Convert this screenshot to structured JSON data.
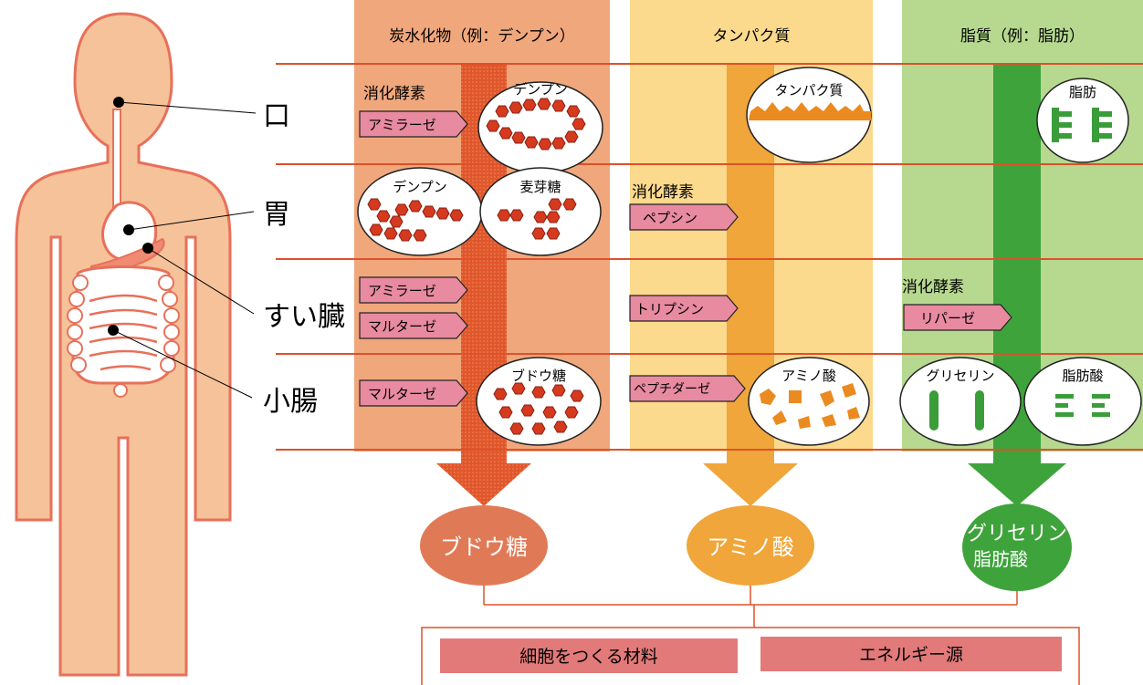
{
  "columns": {
    "carb": {
      "header": "炭水化物（例：デンプン）",
      "color": "#f0a77c"
    },
    "protein": {
      "header": "タンパク質",
      "color": "#fbd98d"
    },
    "fat": {
      "header": "脂質（例：脂肪）",
      "color": "#b6d98f"
    }
  },
  "organs": {
    "mouth": "口",
    "stomach": "胃",
    "pancreas": "すい臓",
    "small_intestine": "小腸"
  },
  "enzyme_title": "消化酵素",
  "enzymes": {
    "amylase": "アミラーゼ",
    "pepsin": "ペプシン",
    "maltase": "マルターゼ",
    "trypsin": "トリプシン",
    "lipase": "リパーゼ",
    "peptidase": "ペプチダーゼ"
  },
  "bubbles": {
    "starch": "デンプン",
    "protein": "タンパク質",
    "fat": "脂肪",
    "maltose": "麦芽糖",
    "glucose": "ブドウ糖",
    "amino_acid": "アミノ酸",
    "glycerin": "グリセリン",
    "fatty_acid": "脂肪酸"
  },
  "products": {
    "glucose": "ブドウ糖",
    "amino_acid": "アミノ酸",
    "glycerin": "グリセリン",
    "fatty_acid": "脂肪酸"
  },
  "uses": {
    "cell_material": "細胞をつくる材料",
    "energy": "エネルギー源"
  },
  "colors": {
    "row_line": "#e0502a",
    "body_fill": "#f5c29a",
    "body_stroke": "#e8705a",
    "carb_arrow": "#e0572c",
    "protein_arrow": "#f0a63a",
    "fat_arrow": "#3fa33c",
    "enzyme_tag": "#e88aa0",
    "use_box": "#e27a7a",
    "carb_molecule": "#d53a1f",
    "protein_molecule": "#ea8a1f",
    "fat_molecule": "#3a9d3a"
  }
}
